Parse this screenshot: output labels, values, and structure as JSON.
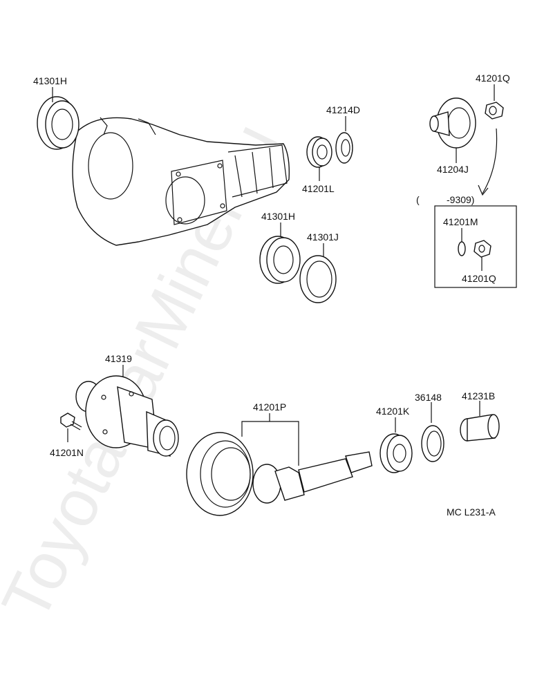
{
  "watermark": "ToyotaCarMiner.ru",
  "diagram_code": "MC L231-A",
  "labels": {
    "p41301H_top": "41301H",
    "p41214D": "41214D",
    "p41201L": "41201L",
    "p41201Q_top": "41201Q",
    "p41204J": "41204J",
    "p41301H_mid": "41301H",
    "p41301J": "41301J",
    "p41201M": "41201M",
    "p41201Q_box": "41201Q",
    "p41319": "41319",
    "p41201N": "41201N",
    "p41201P": "41201P",
    "p41201K": "41201K",
    "p36148": "36148",
    "p41231B": "41231B"
  },
  "inset": {
    "date_range": "-9309)",
    "open_paren": "("
  }
}
